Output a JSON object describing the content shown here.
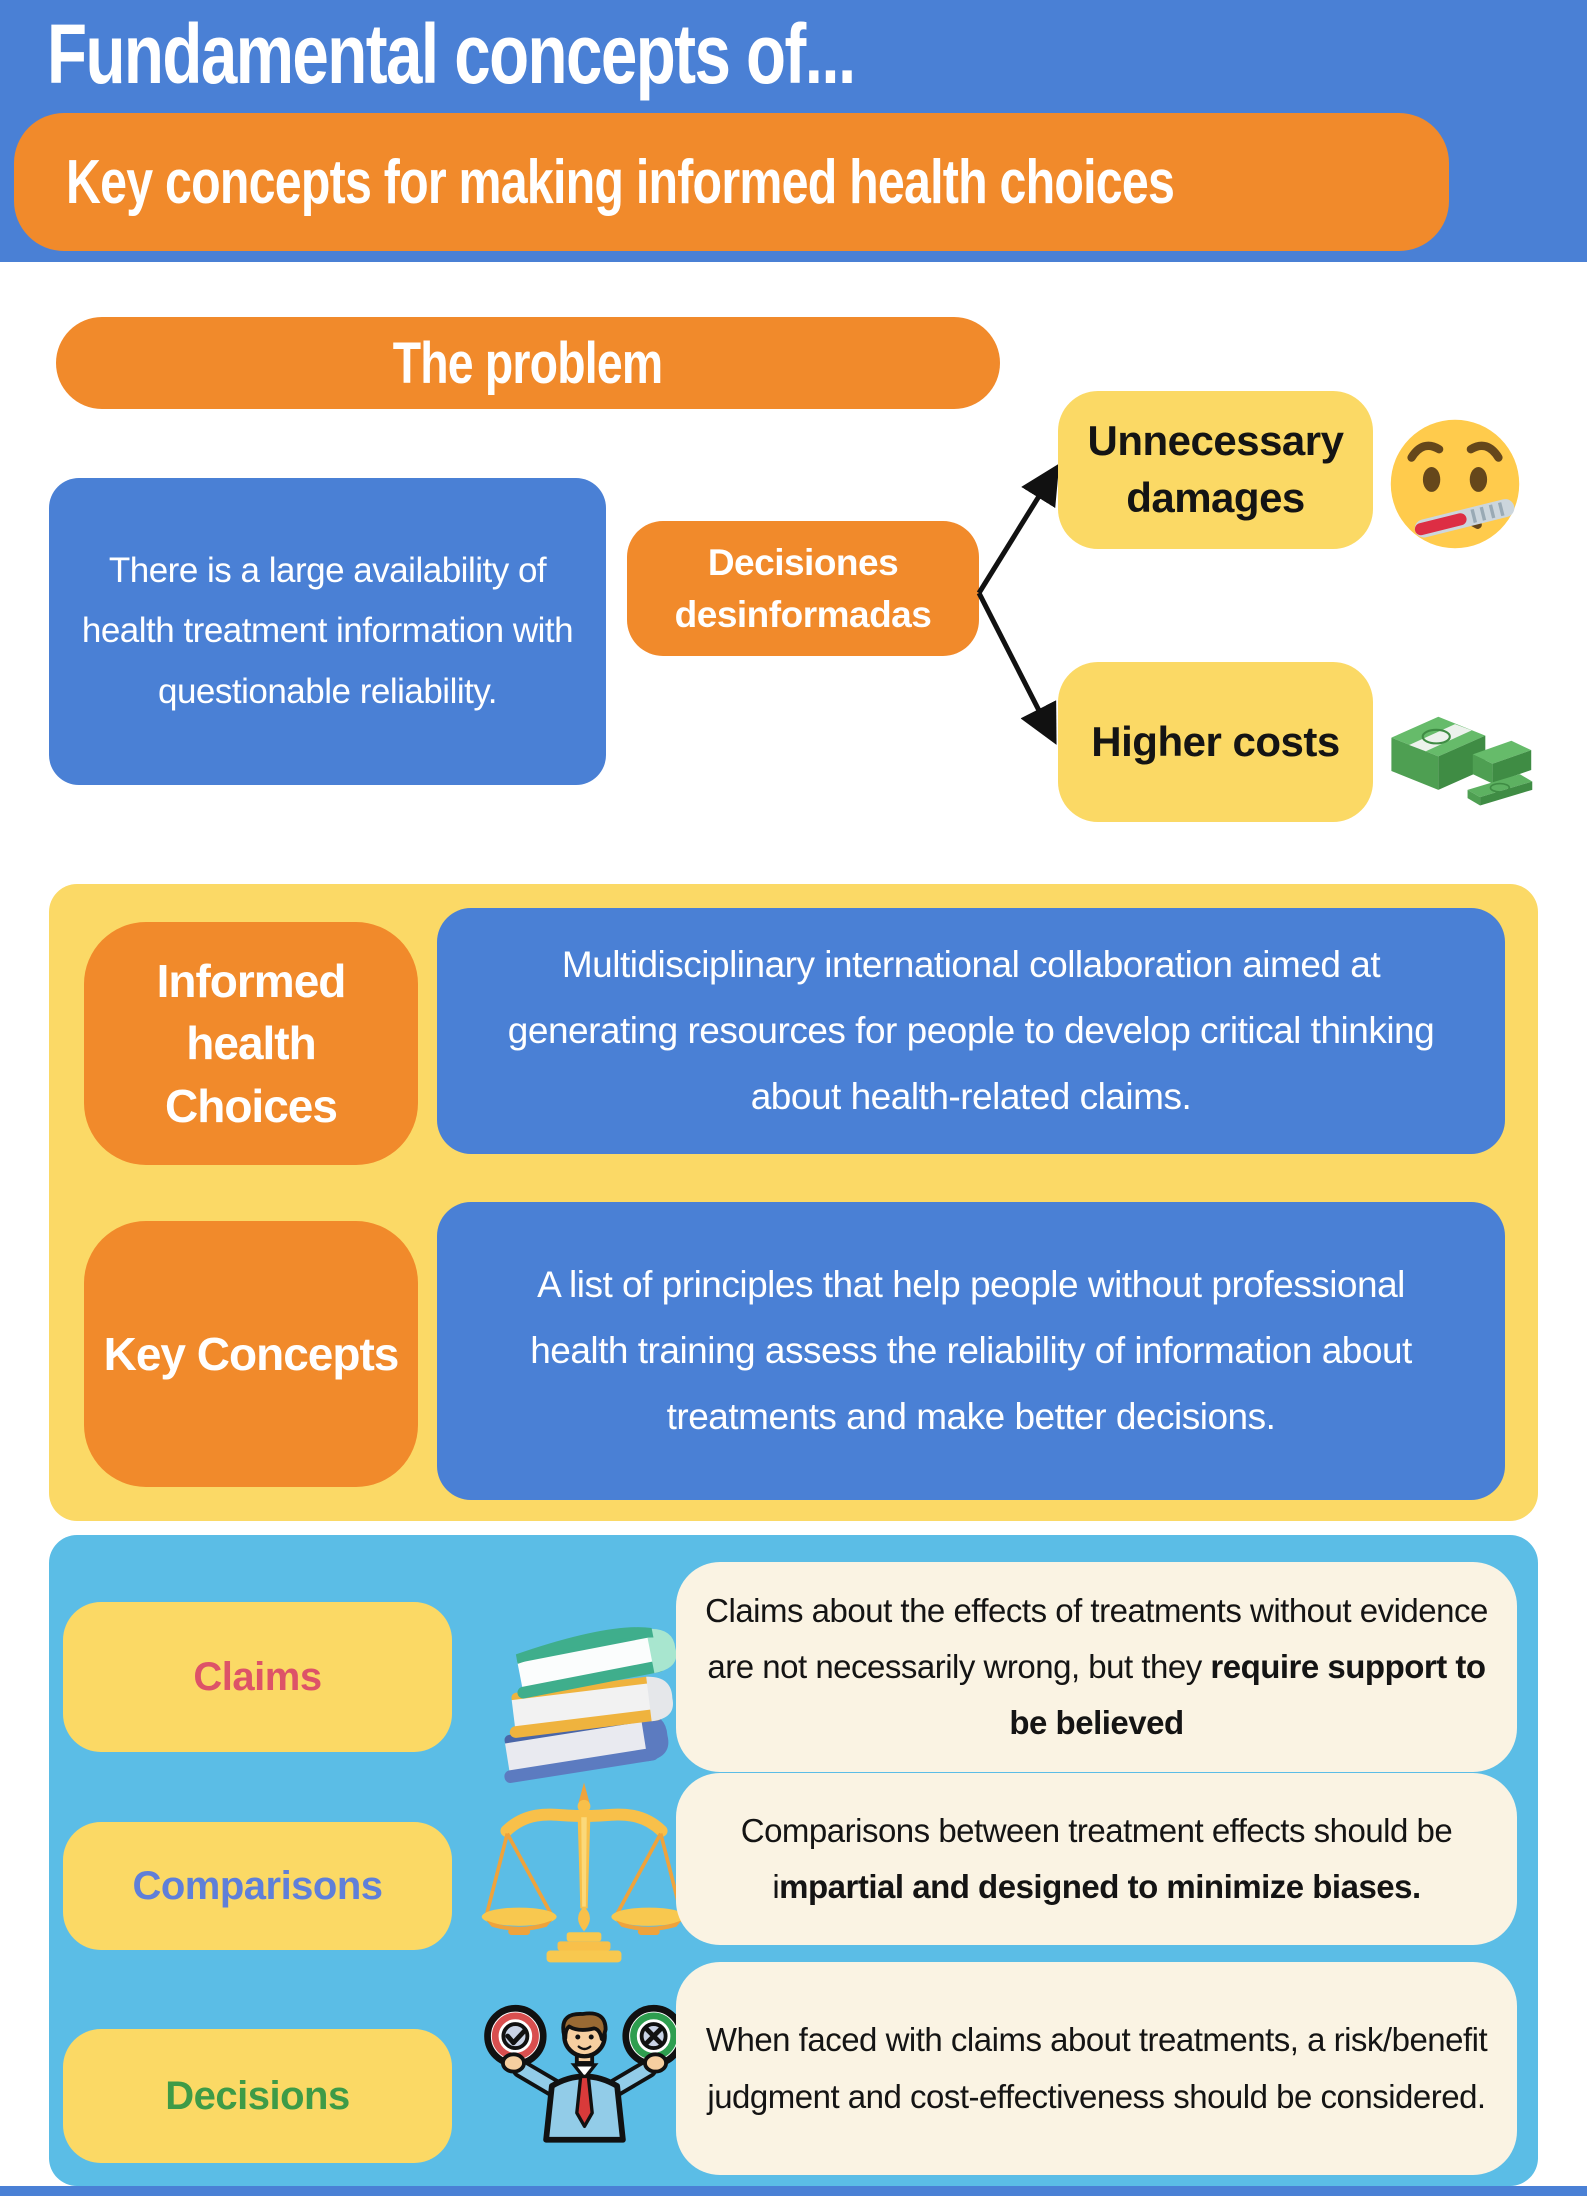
{
  "colors": {
    "header_blue": "#4A80D5",
    "orange": "#F18A2B",
    "yellow": "#FBD965",
    "panel_yellow": "#FBD966",
    "panel_light_blue": "#5BBDE6",
    "cream": "#FAF3E3",
    "text_dark": "#141414",
    "claims_pink": "#DD5368",
    "comparisons_blue": "#5F7FD9",
    "decisions_green": "#3E9B47"
  },
  "header": {
    "title": "Fundamental concepts of...",
    "subtitle": "Key concepts for making informed health choices"
  },
  "problem": {
    "banner": "The problem",
    "statement": "There is a large availability of health treatment information with questionable reliability.",
    "cause": "Decisiones desinformadas",
    "effects": [
      {
        "label": "Unnecessary damages",
        "icon": "face-with-thermometer-emoji"
      },
      {
        "label": "Higher costs",
        "icon": "money-stack-icon"
      }
    ]
  },
  "definitions": [
    {
      "term": "Informed health Choices",
      "description": "Multidisciplinary international collaboration aimed at generating resources for people to develop critical thinking about health-related claims."
    },
    {
      "term": "Key Concepts",
      "description": "A list of principles that help people without professional health training assess the reliability of information about treatments and make better decisions."
    }
  ],
  "key_concepts": [
    {
      "label": "Claims",
      "label_color": "#DD5368",
      "icon": "books-icon",
      "text_regular": "Claims about the effects of treatments without evidence are not necessarily wrong, but they ",
      "text_bold": "require support to be believed"
    },
    {
      "label": "Comparisons",
      "label_color": "#5F7FD9",
      "icon": "scales-icon",
      "text_regular": "Comparisons between treatment effects should be i",
      "text_bold": "mpartial and designed to minimize biases."
    },
    {
      "label": "Decisions",
      "label_color": "#3E9B47",
      "icon": "decision-person-icon",
      "text_regular": "When faced with claims about treatments, a risk/benefit judgment and cost-effectiveness should be considered.",
      "text_bold": ""
    }
  ]
}
